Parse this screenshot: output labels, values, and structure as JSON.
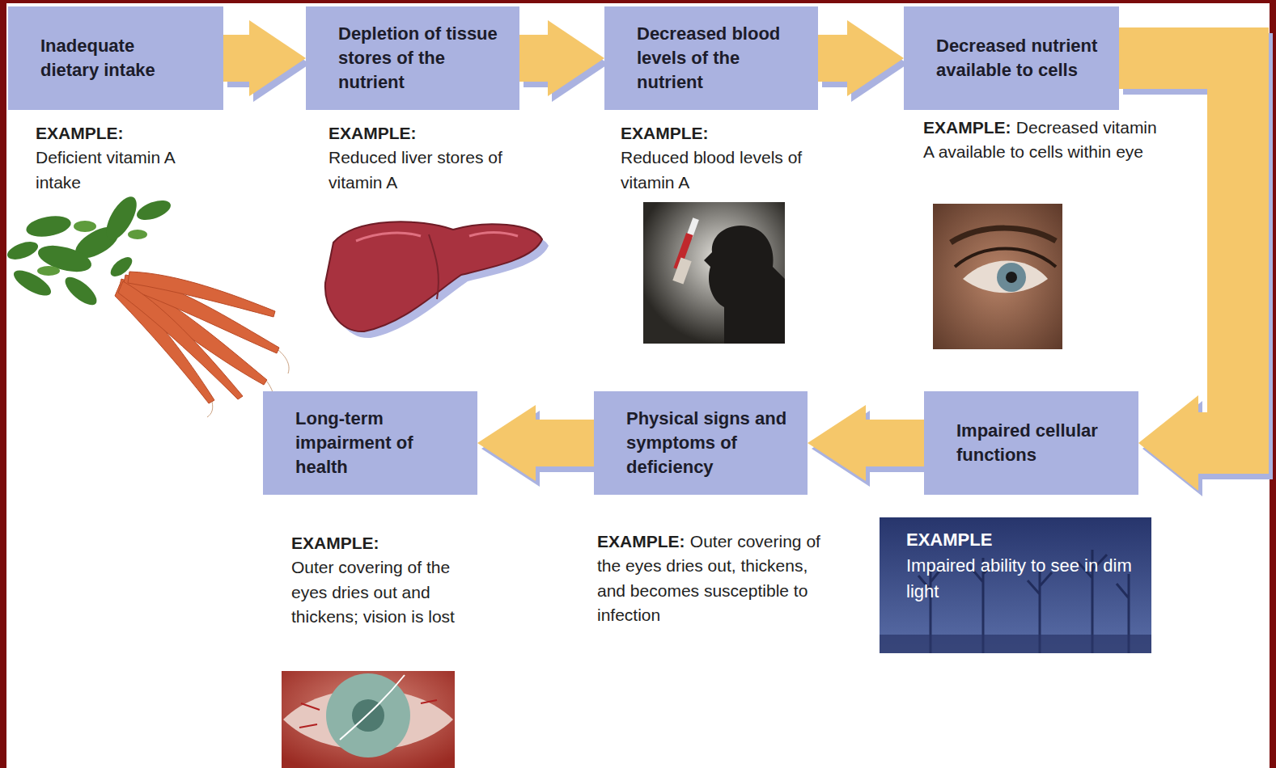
{
  "diagram": {
    "nodes": [
      {
        "text": [
          "Inadequate dietary intake"
        ]
      },
      {
        "text": [
          "Depletion of tissue stores of the nutrient"
        ]
      },
      {
        "text": [
          "Decreased blood levels of the nutrient"
        ]
      },
      {
        "text": [
          "Decreased nutrient available to cells"
        ]
      },
      {
        "text": [
          "Impaired cellular functions"
        ]
      },
      {
        "text": [
          "Physical signs and symptoms of deficiency"
        ]
      },
      {
        "text": [
          "Long-term impairment of health"
        ]
      }
    ],
    "edges": [
      {
        "from": 0,
        "to": 1,
        "arrow": "to"
      },
      {
        "from": 1,
        "to": 2,
        "arrow": "to"
      },
      {
        "from": 2,
        "to": 3,
        "arrow": "to"
      },
      {
        "from": 3,
        "to": 4,
        "arrow": "to"
      },
      {
        "from": 4,
        "to": 5,
        "arrow": "to"
      },
      {
        "from": 5,
        "to": 6,
        "arrow": "to"
      }
    ],
    "labels": [
      "EXAMPLE:",
      "Deficient vitamin A intake",
      "EXAMPLE:",
      "Reduced liver stores of vitamin A",
      "EXAMPLE:",
      "Reduced blood levels of vitamin A",
      "EXAMPLE:",
      "Decreased vitamin A available to cells within eye",
      "EXAMPLE",
      "Impaired ability to see in dim light",
      "EXAMPLE:",
      "Outer covering of the eyes dries out, thickens, and becomes susceptible to infection",
      "EXAMPLE:",
      "Outer covering of the eyes dries out and thickens; vision is lost"
    ]
  }
}
